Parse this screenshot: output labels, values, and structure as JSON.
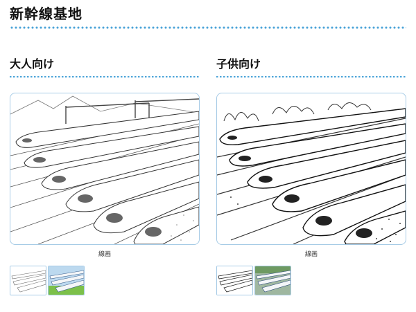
{
  "page": {
    "title": "新幹線基地"
  },
  "sections": [
    {
      "id": "adult",
      "title": "大人向け",
      "caption": "線画",
      "thumbnails": [
        "line-art-thumbnail",
        "color-thumbnail"
      ]
    },
    {
      "id": "kids",
      "title": "子供向け",
      "caption": "線画",
      "thumbnails": [
        "line-art-thumbnail",
        "color-thumbnail"
      ]
    }
  ],
  "colors": {
    "accent": "#4aa3d8",
    "frame": "#a6cbe6",
    "grass": "#7cc04a",
    "sky": "#bcd9ef"
  }
}
